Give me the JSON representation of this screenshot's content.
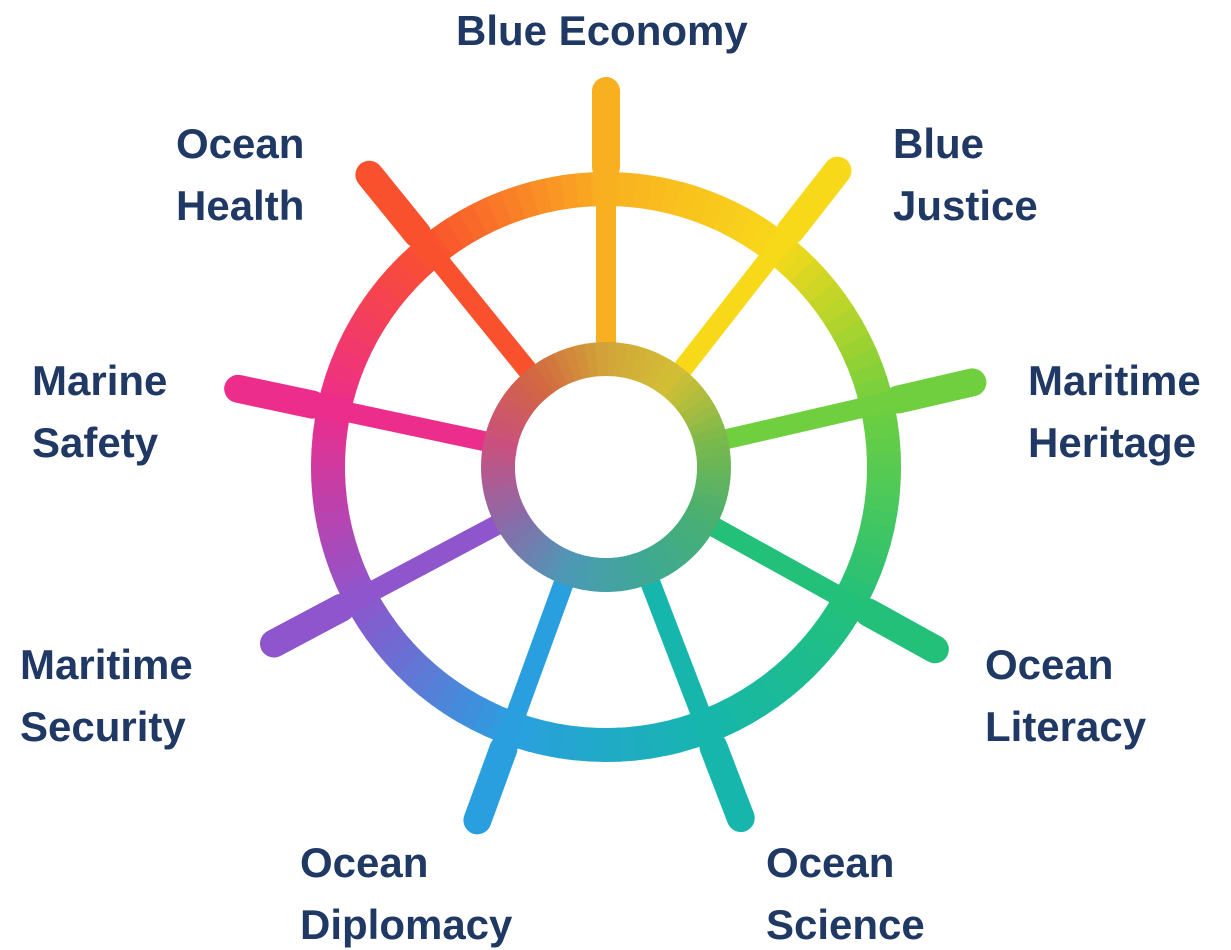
{
  "colors": {
    "label": "#1f3864",
    "hub_center": "#8a8f66"
  },
  "spokes": [
    {
      "key": "blue_economy",
      "lines": [
        "Blue Economy"
      ],
      "color": "#f9b020"
    },
    {
      "key": "blue_justice",
      "lines": [
        "Blue",
        "Justice"
      ],
      "color": "#f8d91a"
    },
    {
      "key": "maritime_heritage",
      "lines": [
        "Maritime",
        "Heritage"
      ],
      "color": "#6fcf3e"
    },
    {
      "key": "ocean_literacy",
      "lines": [
        "Ocean",
        "Literacy"
      ],
      "color": "#23c07a"
    },
    {
      "key": "ocean_science",
      "lines": [
        "Ocean",
        "Science"
      ],
      "color": "#16b6ad"
    },
    {
      "key": "ocean_diplomacy",
      "lines": [
        "Ocean",
        "Diplomacy"
      ],
      "color": "#2a9fe0"
    },
    {
      "key": "maritime_security",
      "lines": [
        "Maritime",
        "Security"
      ],
      "color": "#8e55cc"
    },
    {
      "key": "marine_safety",
      "lines": [
        "Marine",
        "Safety"
      ],
      "color": "#ec2d8c"
    },
    {
      "key": "ocean_health",
      "lines": [
        "Ocean",
        "Health"
      ],
      "color": "#f9502e"
    }
  ]
}
